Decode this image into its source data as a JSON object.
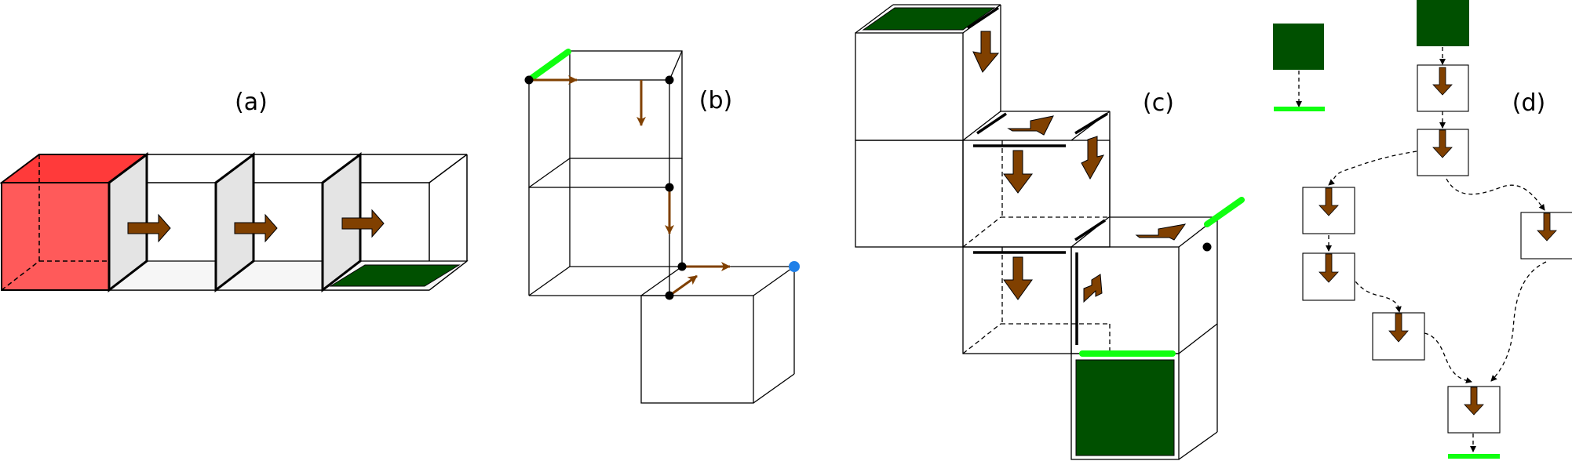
{
  "panels": [
    {
      "id": "a",
      "label": "(a)"
    },
    {
      "id": "b",
      "label": "(b)"
    },
    {
      "id": "c",
      "label": "(c)"
    },
    {
      "id": "d",
      "label": "(d)"
    }
  ],
  "colors": {
    "brown_arrow": "#804000",
    "dark_green": "#005000",
    "bright_green": "#10ff10",
    "red_cube": "#ff5555",
    "gray_face": "#e4e4e4",
    "blue_dot": "#2080e8"
  }
}
